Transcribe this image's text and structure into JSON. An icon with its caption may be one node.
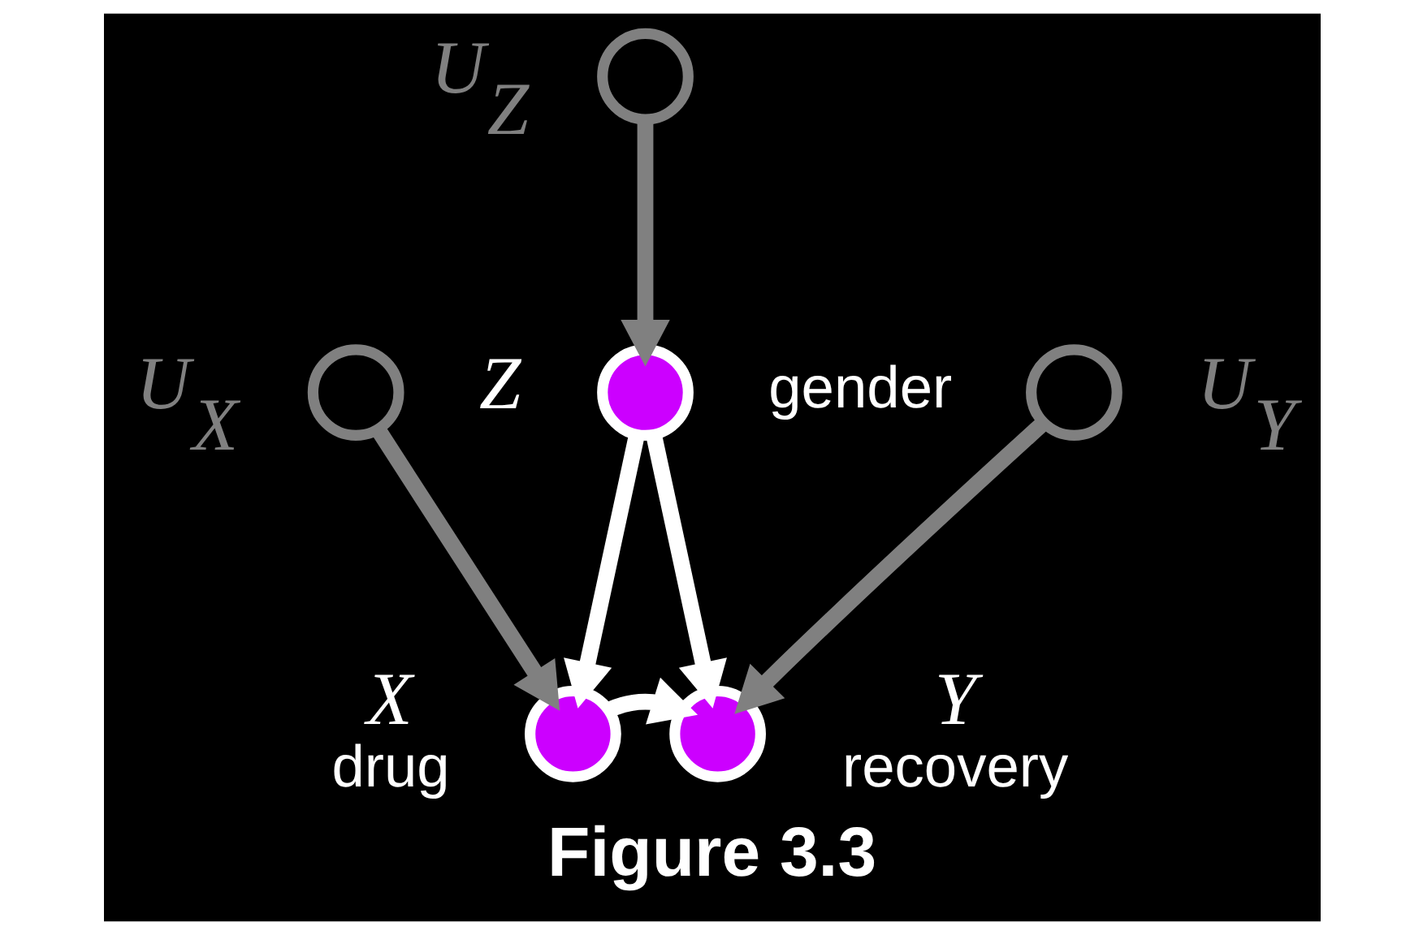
{
  "diagram": {
    "title": "Figure 3.3",
    "nodes": [
      {
        "text": [],
        "shape": "circle",
        "beside": [
          "U$_{Z}$"
        ]
      },
      {
        "text": [],
        "shape": "circle",
        "beside": [
          "Z",
          "gender"
        ]
      },
      {
        "text": [],
        "shape": "circle",
        "beside": [
          "U$_{X}$"
        ]
      },
      {
        "text": [],
        "shape": "circle",
        "beside": [
          "U$_{Y}$"
        ]
      },
      {
        "text": [],
        "shape": "circle",
        "beside": [
          "X",
          "drug"
        ]
      },
      {
        "text": [],
        "shape": "circle",
        "beside": [
          "Y",
          "recovery"
        ]
      }
    ],
    "edges": [
      {
        "from": 0,
        "to": 1,
        "arrow": "to",
        "color": "#808080"
      },
      {
        "from": 1,
        "to": 4,
        "arrow": "to",
        "color": "#ffffff"
      },
      {
        "from": 1,
        "to": 5,
        "arrow": "to",
        "color": "#ffffff"
      },
      {
        "from": 2,
        "to": 4,
        "arrow": "to",
        "color": "#808080"
      },
      {
        "from": 3,
        "to": 5,
        "arrow": "to",
        "color": "#808080"
      },
      {
        "from": 4,
        "to": 5,
        "arrow": "to",
        "color": "#ffffff"
      }
    ]
  }
}
